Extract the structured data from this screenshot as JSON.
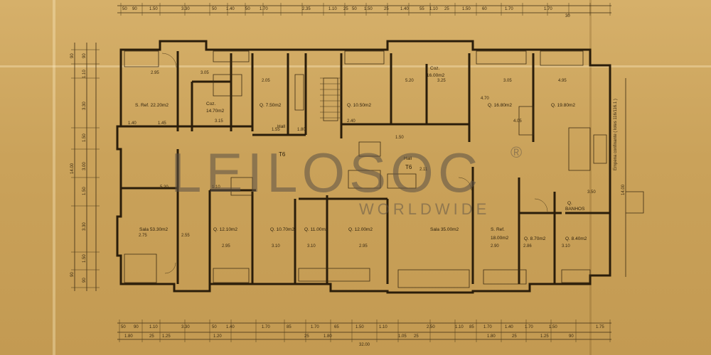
{
  "watermark": {
    "brand": "LEILOSOC",
    "registered": "®",
    "tagline": "WORLDWIDE"
  },
  "rooms": {
    "s_ref_left": "S. Ref. 22.20m2",
    "coz_left": "Coz.",
    "coz_left_area": "14.70m2",
    "q_750": "Q. 7.50m2",
    "hall_left": "Hall",
    "t6_left": "T6",
    "q_1050": "Q. 10.50m2",
    "coz_right": "Coz.",
    "coz_right_area": "16.00m2",
    "q_1680": "Q. 16.80m2",
    "q_1980": "Q. 19.80m2",
    "hall_right": "Hall",
    "t6_right": "T6",
    "sala_left": "Sala 53.30m2",
    "q_1210": "Q. 12.10m2",
    "q_1070": "Q. 10.70m2",
    "q_1100": "Q. 11.00m2",
    "q_1200": "Q. 12.00m2",
    "sala_right": "Sala 35.00m2",
    "s_ref_right": "S. Ref.",
    "s_ref_right_area": "18.00m2",
    "q_870": "Q. 8.70m2",
    "q_840": "Q. 8.40m2",
    "q_banhos_a": "Q.",
    "q_banhos_b": "BANHOS"
  },
  "side_note": "Empena confinante ( lotes 116/116.1 )",
  "top_dims": [
    "50",
    "90",
    "1.50",
    "3.30",
    "50",
    "1.40",
    "50",
    "1.70",
    "2.35",
    "1.10",
    "25",
    "50",
    "1.50",
    "25",
    "1.40",
    "55",
    "1.10",
    "25",
    "1.50",
    "60",
    "1.70",
    "1.70",
    "30"
  ],
  "bottom_dims": [
    "50",
    "90",
    "1.10",
    "3.30",
    "50",
    "1.40",
    "1.70",
    "85",
    "1.70",
    "65",
    "1.50",
    "1.10",
    "2.50",
    "1.10",
    "85",
    "1.70",
    "1.40",
    "1.70",
    "1.50",
    "1.75"
  ],
  "bottom_dims_sub": [
    "1.80",
    "25",
    "1.25",
    "1.20",
    "25",
    "1.80",
    "1.05",
    "25",
    "1.80",
    "25",
    "1.25",
    "90"
  ],
  "total_width": "32.00",
  "left_dims": [
    "90",
    "90",
    "1.10",
    "3.30",
    "1.50",
    "3.00",
    "1.50",
    "3.30",
    "1.50",
    "90",
    "90"
  ],
  "left_total": "14.00",
  "right_total": "14.00",
  "inner_dims": [
    "2.95",
    "3.05",
    "4.70",
    "2.05",
    "1.80",
    "5.20",
    "3.25",
    "1.40",
    "1.45",
    "2.40",
    "3.15",
    "1.50",
    "2.11",
    "3.50",
    "5.20",
    "1.10",
    "2.95",
    "3.10",
    "3.10",
    "2.95",
    "2.90",
    "2.86",
    "3.10",
    "2.75",
    "2.55",
    "4.95",
    "3.05",
    "4.05",
    "1.55"
  ]
}
